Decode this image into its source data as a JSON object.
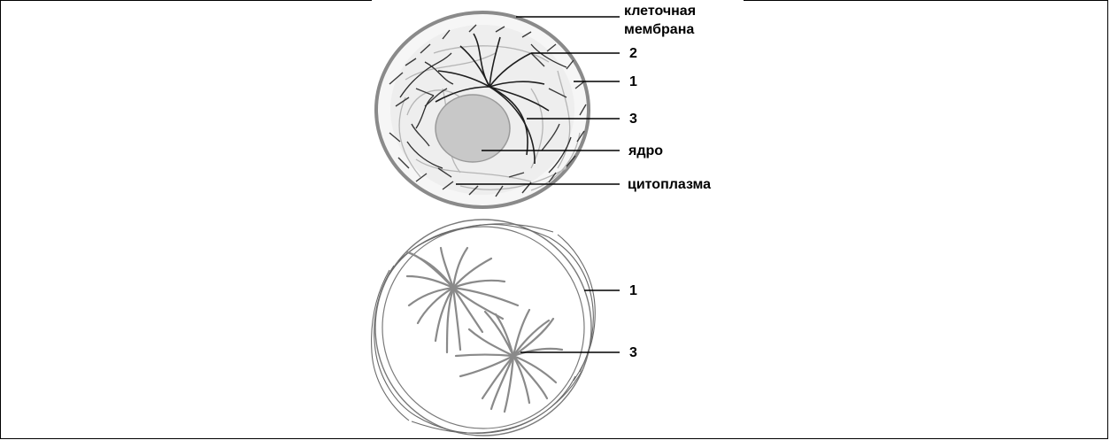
{
  "top_cell": {
    "labels": {
      "membrane_line1": "клеточная",
      "membrane_line2": "мембрана",
      "num2": "2",
      "num1": "1",
      "num3": "3",
      "nucleus": "ядро",
      "cytoplasm": "цитоплазма"
    }
  },
  "bottom_cell": {
    "labels": {
      "num1": "1",
      "num3": "3"
    }
  },
  "colors": {
    "membrane": "#8a8a8a",
    "cytoplasm": "#ededed",
    "nucleus": "#c8c8c8",
    "filament": "#3a3a3a",
    "light_filament": "#b0b0b0",
    "spindle": "#7a7a7a"
  }
}
